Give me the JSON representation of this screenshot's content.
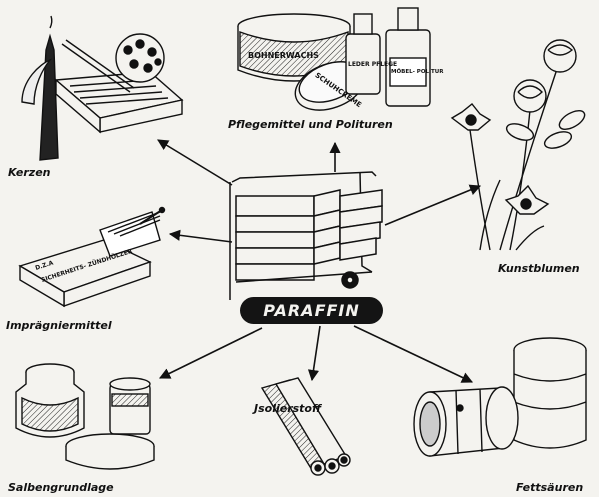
{
  "center": {
    "label": "PARAFFIN"
  },
  "products": [
    {
      "id": "kerzen",
      "label": "Kerzen"
    },
    {
      "id": "pflege",
      "label": "Pflegemittel und Polituren"
    },
    {
      "id": "kunstblumen",
      "label": "Kunstblumen"
    },
    {
      "id": "impraegnier",
      "label": "Imprägniermittel"
    },
    {
      "id": "salben",
      "label": "Salbengrundlage"
    },
    {
      "id": "isolier",
      "label": "Jsolierstoff"
    },
    {
      "id": "fett",
      "label": "Fettsäuren"
    }
  ],
  "product_texts": {
    "bohnerwachs": "BOHNERWACHS",
    "schuhcreme": "SCHUHCREME",
    "lederpflege": "LEDER PFLEGE",
    "moebelpolitur": "MÖBEL- POLITUR",
    "dza": "D.Z.A",
    "sicherheits": "SICHERHEITS- ZÜNDHÖLZER"
  }
}
